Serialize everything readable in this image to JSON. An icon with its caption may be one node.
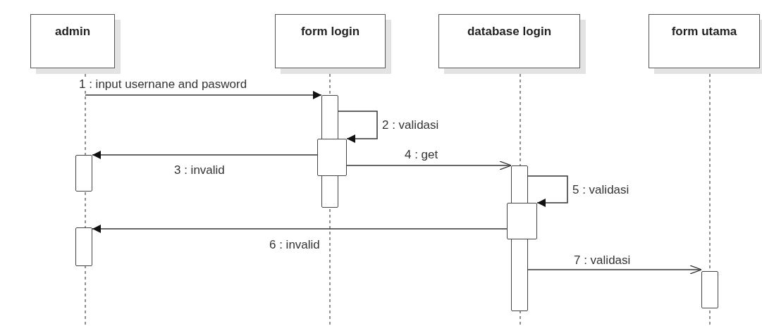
{
  "diagram": {
    "nodes": [
      {
        "text": [
          "admin"
        ]
      },
      {
        "text": [
          "form login"
        ]
      },
      {
        "text": [
          "database login"
        ]
      },
      {
        "text": [
          "form utama"
        ]
      },
      {
        "text": [],
        "shape": "bar"
      },
      {
        "text": [],
        "shape": "bar"
      },
      {
        "text": [],
        "shape": "bar"
      },
      {
        "text": [],
        "shape": "bar"
      },
      {
        "text": [],
        "shape": "bar"
      },
      {
        "text": [],
        "shape": "bar"
      },
      {
        "text": [],
        "shape": "bar"
      }
    ],
    "edges": [
      {
        "from": 0,
        "to": 4,
        "arrow": "to",
        "label": "1 : input usernane and pasword"
      },
      {
        "from": 4,
        "to": 5,
        "arrow": "to",
        "label": "2 : validasi"
      },
      {
        "from": 5,
        "to": 6,
        "arrow": "to",
        "label": "3 : invalid"
      },
      {
        "from": 5,
        "to": 7,
        "arrow": "to",
        "label": "4 : get"
      },
      {
        "from": 7,
        "to": 8,
        "arrow": "to",
        "label": "5 : validasi"
      },
      {
        "from": 8,
        "to": 9,
        "arrow": "to",
        "label": "6 : invalid"
      },
      {
        "from": 7,
        "to": 10,
        "arrow": "to",
        "label": "7 : validasi"
      }
    ]
  }
}
